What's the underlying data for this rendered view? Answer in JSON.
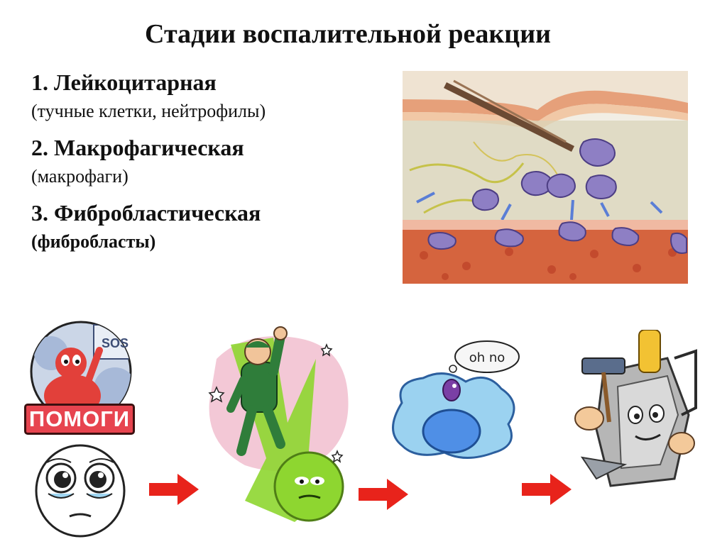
{
  "slide": {
    "title": "Стадии воспалительной реакции",
    "stages": [
      {
        "title": "1. Лейкоцитарная",
        "subtitle": "(тучные клетки, нейтрофилы)"
      },
      {
        "title": "2. Макрофагическая",
        "subtitle": "(макрофаги)"
      },
      {
        "title": "3. Фибробластическая",
        "subtitle": "(фибробласты)"
      }
    ]
  },
  "illustrations": {
    "sos_sign": "SOS",
    "help_banner": "ПОМОГИ",
    "thought_bubble": "oh no"
  },
  "colors": {
    "arrow": "#e8231b",
    "help_banner": "#e7444f",
    "macrophage": "#8e7fc4",
    "slime": "#8ed630",
    "cell_body": "#9bd2f0",
    "nucleus": "#4f8fe6"
  }
}
